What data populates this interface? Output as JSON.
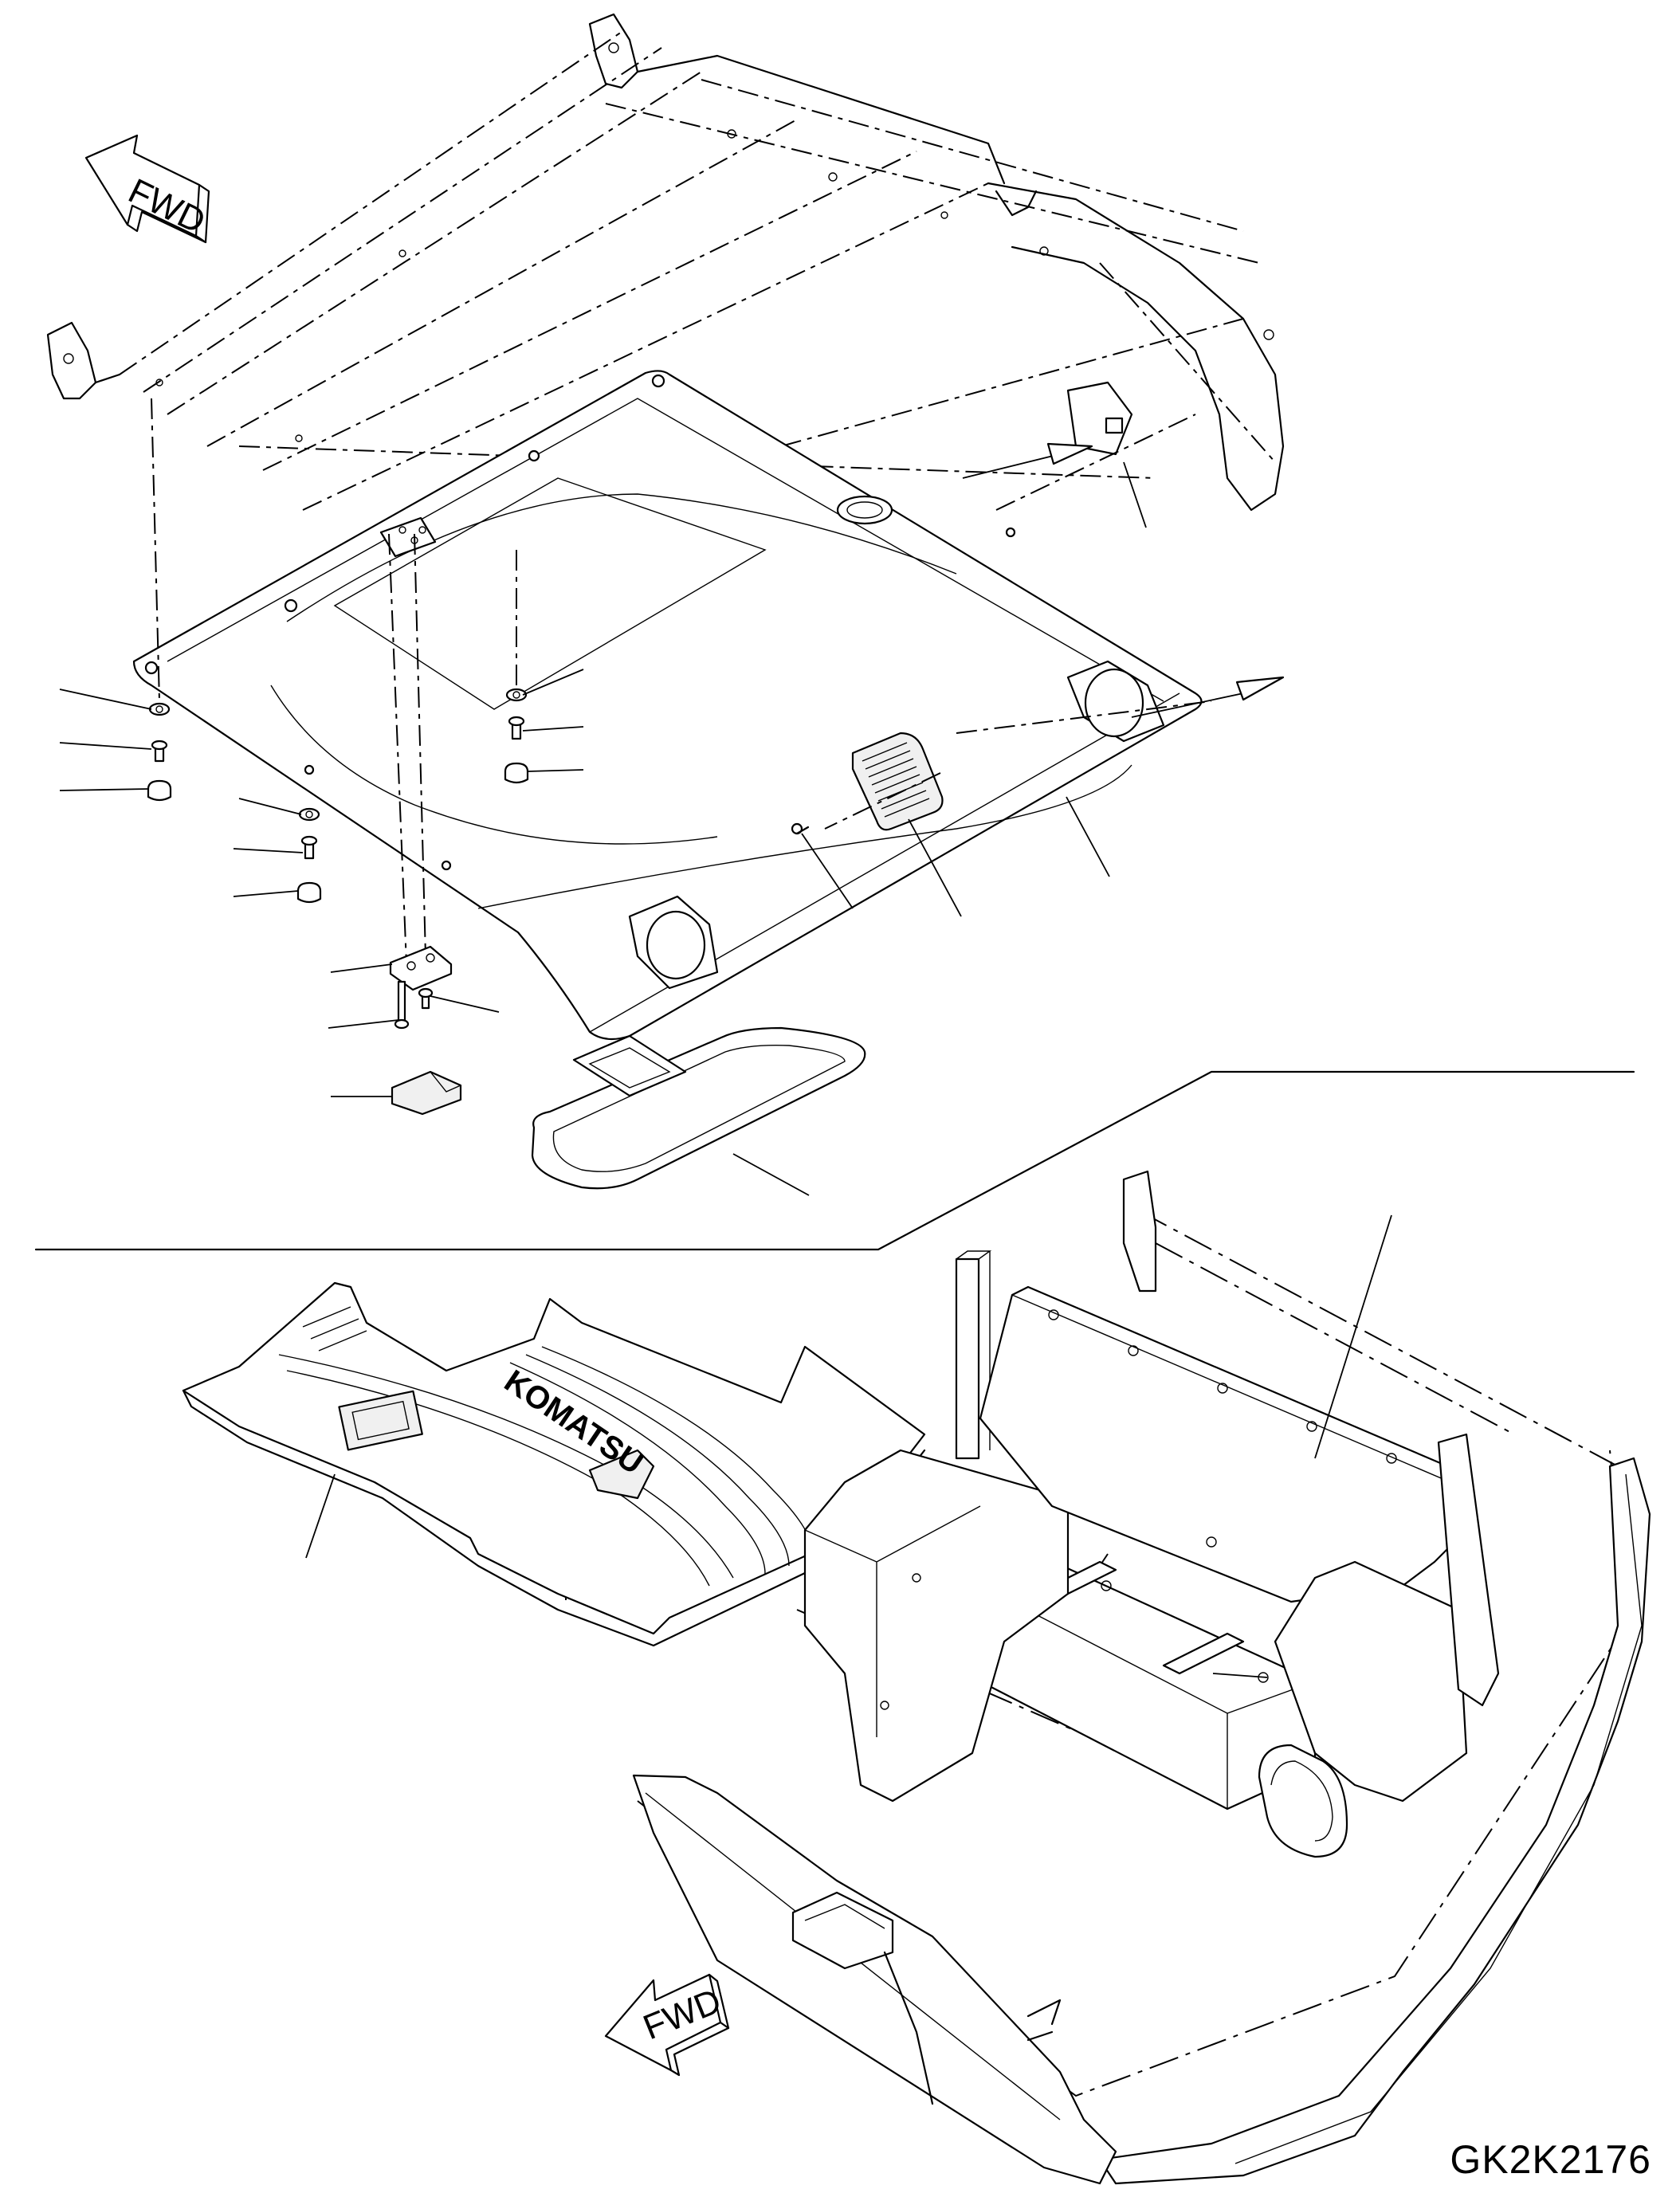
{
  "diagram": {
    "fwd_arrow_top": "FWD",
    "fwd_arrow_bottom": "FWD",
    "floor_mat_logo": "KOMATSU",
    "drawing_code": "GK2K2176"
  }
}
